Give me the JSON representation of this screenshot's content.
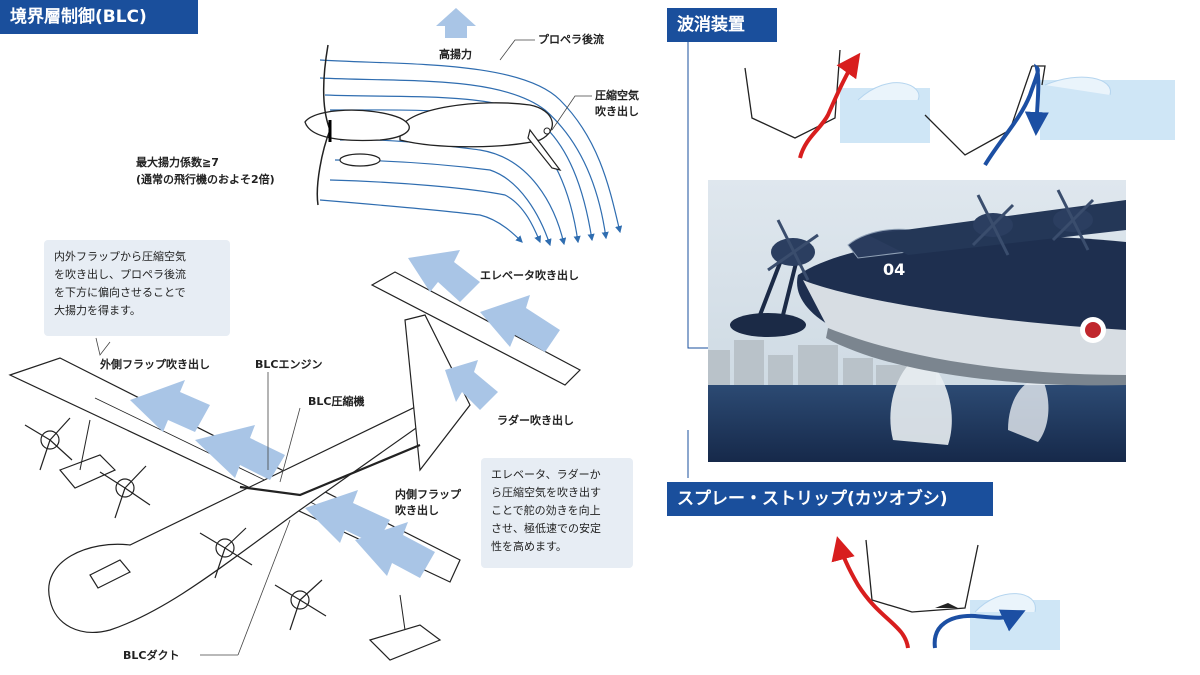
{
  "sections": {
    "blc_title": "境界層制御(BLC)",
    "wave_title": "波消装置",
    "spray_title": "スプレー・ストリップ(カツオブシ)"
  },
  "airflow": {
    "high_lift": "高揚力",
    "prop_wash": "プロペラ後流",
    "compressed_air": "圧縮空気",
    "blowout": "吹き出し",
    "max_lift_line1": "最大揚力係数≧7",
    "max_lift_line2": "(通常の飛行機のおよそ2倍)"
  },
  "aircraft_labels": {
    "outer_flap": "外側フラップ吹き出し",
    "blc_engine": "BLCエンジン",
    "blc_compressor": "BLC圧縮機",
    "elevator": "エレベータ吹き出し",
    "rudder": "ラダー吹き出し",
    "inner_flap_1": "内側フラップ",
    "inner_flap_2": "吹き出し",
    "blc_duct": "BLCダクト"
  },
  "callouts": {
    "flap_text": "内外フラップから圧縮空気\nを吹き出し、プロペラ後流\nを下方に偏向させることで\n大揚力を得ます。",
    "tail_text": "エレベータ、ラダーか\nら圧縮空気を吹き出す\nことで舵の効きを向上\nさせ、極低速での安定\n性を高めます。"
  },
  "photo": {
    "tail_number": "04"
  },
  "colors": {
    "banner": "#1a4f9c",
    "airflow": "#2f6db0",
    "callout_bg": "#e7edf4",
    "arrow_fill": "#a9c5e6",
    "spray_red": "#d81e1e",
    "spray_blue": "#1c4fa3",
    "water": "#cfe6f6"
  }
}
